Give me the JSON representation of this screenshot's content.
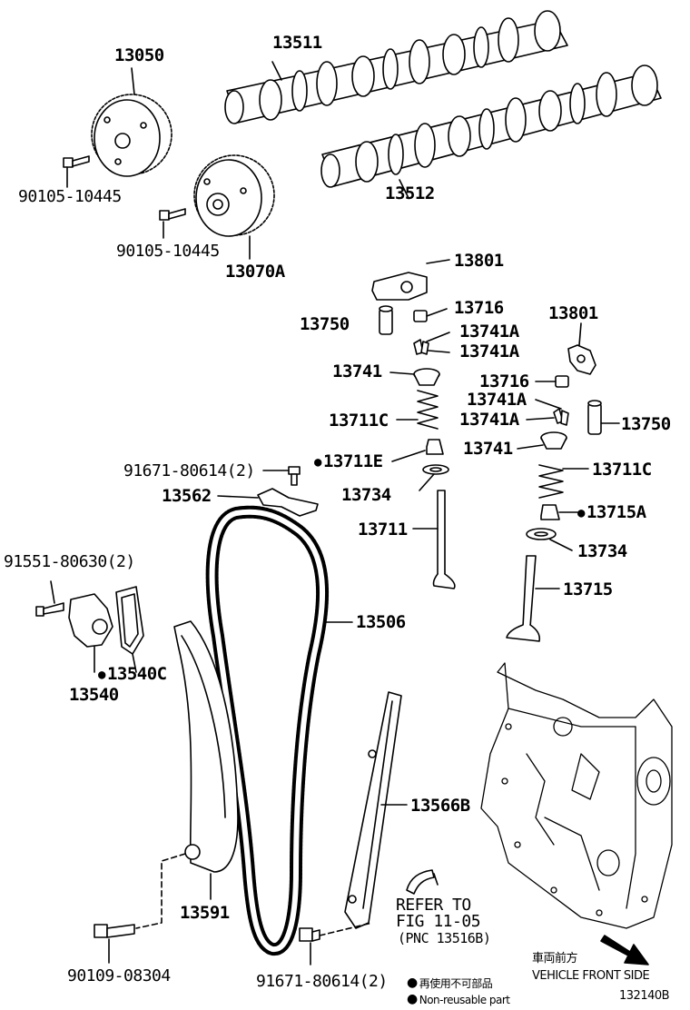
{
  "labels": {
    "p13050": "13050",
    "p13511": "13511",
    "p13512": "13512",
    "p90105a": "90105-10445",
    "p90105b": "90105-10445",
    "p13070A": "13070A",
    "p13801a": "13801",
    "p13716a": "13716",
    "p13750a": "13750",
    "p13741Aa1": "13741A",
    "p13741Aa2": "13741A",
    "p13741a": "13741",
    "p13711Ca": "13711C",
    "p13711E": "13711E",
    "p91671a": "91671-80614(2)",
    "p13562": "13562",
    "p13734a": "13734",
    "p13711": "13711",
    "p13801b": "13801",
    "p13716b": "13716",
    "p13741Ab1": "13741A",
    "p13741Ab2": "13741A",
    "p13750b": "13750",
    "p13741b": "13741",
    "p13711Cb": "13711C",
    "p13715A": "13715A",
    "p13734b": "13734",
    "p13715": "13715",
    "p91551": "91551-80630(2)",
    "p13506": "13506",
    "p13540C": "13540C",
    "p13540": "13540",
    "p13566B": "13566B",
    "p13591": "13591",
    "refer1": "REFER TO",
    "refer2": "FIG 11-05",
    "refer3": "(PNC 13516B)",
    "p90109": "90109-08304",
    "p91671b": "91671-80614(2)"
  },
  "legend": {
    "jp": "再使用不可部品",
    "en": "Non-reusable part"
  },
  "front": {
    "jp": "車両前方",
    "en": "VEHICLE FRONT SIDE"
  },
  "figure_id": "132140B"
}
